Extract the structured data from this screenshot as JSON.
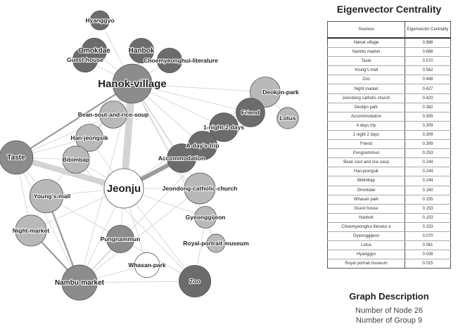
{
  "panel": {
    "title": "Eigenvector Centrality",
    "table_headers": {
      "source": "Sourece",
      "centrality": "Eigenvector Centrality"
    },
    "rows": [
      {
        "source": "Hanok village",
        "value": "0.988"
      },
      {
        "source": "Nambu market",
        "value": "0.688"
      },
      {
        "source": "Taste",
        "value": "0.570"
      },
      {
        "source": "Young's mall",
        "value": "0.562"
      },
      {
        "source": "Zoo",
        "value": "0.468"
      },
      {
        "source": "Night market",
        "value": "0.427"
      },
      {
        "source": "Jeondong catholic church",
        "value": "0.420"
      },
      {
        "source": "Deokjin park",
        "value": "0.382"
      },
      {
        "source": "Accommodation",
        "value": "0.309"
      },
      {
        "source": "A days trip",
        "value": "0.309"
      },
      {
        "source": "1 night 2 days",
        "value": "0.309"
      },
      {
        "source": "Friend",
        "value": "0.309"
      },
      {
        "source": "Pungnammun",
        "value": "0.253"
      },
      {
        "source": "Bean sout and rice soup",
        "value": "0.244"
      },
      {
        "source": "Han-jeongsik",
        "value": "0.244"
      },
      {
        "source": "Bibimbap",
        "value": "0.244"
      },
      {
        "source": "Omokdae",
        "value": "0.160"
      },
      {
        "source": "Whasan park",
        "value": "0.155"
      },
      {
        "source": "Guest house",
        "value": "0.153"
      },
      {
        "source": "Hanbok",
        "value": "0.153"
      },
      {
        "source": "Choemyeonghui literatur e",
        "value": "0.153"
      },
      {
        "source": "Gyeonggijeon",
        "value": "0.070"
      },
      {
        "source": "Lotus",
        "value": "0.061"
      },
      {
        "source": "Hyanggyo",
        "value": "0.026"
      },
      {
        "source": "Royal portrait museum",
        "value": "0.015"
      }
    ],
    "graph_description": {
      "title": "Graph Description",
      "nodes_line": "Number of Node 26",
      "groups_line": "Number of Group 9"
    }
  },
  "network": {
    "nodes": [
      {
        "id": "hanok",
        "label": "Hanok-village",
        "label_size": "large",
        "shade": "mid",
        "value": 0.988
      },
      {
        "id": "jeonju",
        "label": "Jeonju",
        "label_size": "large",
        "shade": "white",
        "value": 1.0
      },
      {
        "id": "hyanggyo",
        "label": "Hyanggyo",
        "label_size": "small",
        "shade": "dark",
        "value": 0.026
      },
      {
        "id": "omokdae",
        "label": "Omokdae",
        "label_size": "medium",
        "shade": "dark",
        "value": 0.16
      },
      {
        "id": "hanbok",
        "label": "Hanbok",
        "label_size": "medium",
        "shade": "dark",
        "value": 0.153
      },
      {
        "id": "guesthouse",
        "label": "Guest-house",
        "label_size": "small",
        "shade": "dark",
        "value": 0.153
      },
      {
        "id": "choem",
        "label": "Choemyeonghui-literature",
        "label_size": "small",
        "shade": "dark",
        "value": 0.153
      },
      {
        "id": "deokjin",
        "label": "Deokjin-park",
        "label_size": "small",
        "shade": "light",
        "value": 0.382
      },
      {
        "id": "friend",
        "label": "Friend",
        "label_size": "small",
        "shade": "dark",
        "value": 0.309
      },
      {
        "id": "lotus",
        "label": "Lotus",
        "label_size": "small",
        "shade": "light",
        "value": 0.061
      },
      {
        "id": "onenight",
        "label": "1-night-2-days",
        "label_size": "small",
        "shade": "dark",
        "value": 0.309
      },
      {
        "id": "adays",
        "label": "A-day's-trip",
        "label_size": "small",
        "shade": "dark",
        "value": 0.309
      },
      {
        "id": "accom",
        "label": "Accommodation",
        "label_size": "small",
        "shade": "dark",
        "value": 0.309
      },
      {
        "id": "bean",
        "label": "Bean-sout-and-rice-soup",
        "label_size": "small",
        "shade": "light",
        "value": 0.244
      },
      {
        "id": "hanjeong",
        "label": "Han-jeongsik",
        "label_size": "small",
        "shade": "light",
        "value": 0.244
      },
      {
        "id": "bibim",
        "label": "Bibimbap",
        "label_size": "small",
        "shade": "light",
        "value": 0.244
      },
      {
        "id": "taste",
        "label": "Taste",
        "label_size": "medium",
        "shade": "mid",
        "value": 0.57
      },
      {
        "id": "youngs",
        "label": "Young's-mall",
        "label_size": "small",
        "shade": "light",
        "value": 0.562
      },
      {
        "id": "jeondong",
        "label": "Jeondong-catholic-church",
        "label_size": "small",
        "shade": "light",
        "value": 0.42
      },
      {
        "id": "gyeong",
        "label": "Gyeonggijeon",
        "label_size": "small",
        "shade": "light",
        "value": 0.07
      },
      {
        "id": "royal",
        "label": "Royal-portrait-museum",
        "label_size": "small",
        "shade": "light",
        "value": 0.015
      },
      {
        "id": "night",
        "label": "Night-market",
        "label_size": "small",
        "shade": "light",
        "value": 0.427
      },
      {
        "id": "pung",
        "label": "Pungnammun",
        "label_size": "small",
        "shade": "mid",
        "value": 0.253
      },
      {
        "id": "whasan",
        "label": "Whasan-park",
        "label_size": "small",
        "shade": "white",
        "value": 0.155
      },
      {
        "id": "zoo",
        "label": "Zoo",
        "label_size": "small",
        "shade": "dark",
        "value": 0.468
      },
      {
        "id": "nambu",
        "label": "Nambu-market",
        "label_size": "medium",
        "shade": "mid",
        "value": 0.688
      }
    ],
    "edges": [
      {
        "source": "jeonju",
        "target": "hanok",
        "weight": 5
      },
      {
        "source": "jeonju",
        "target": "taste",
        "weight": 4
      },
      {
        "source": "jeonju",
        "target": "accom",
        "weight": 3
      },
      {
        "source": "taste",
        "target": "hanok",
        "weight": 2
      },
      {
        "source": "nambu",
        "target": "youngs",
        "weight": 2
      },
      {
        "source": "night",
        "target": "nambu",
        "weight": 2
      },
      {
        "source": "hanok",
        "target": "hyanggyo",
        "weight": 1
      },
      {
        "source": "hanok",
        "target": "omokdae",
        "weight": 1
      },
      {
        "source": "hanok",
        "target": "hanbok",
        "weight": 1
      },
      {
        "source": "hanok",
        "target": "guesthouse",
        "weight": 1
      },
      {
        "source": "hanok",
        "target": "choem",
        "weight": 1
      },
      {
        "source": "hanok",
        "target": "deokjin",
        "weight": 1
      },
      {
        "source": "hanok",
        "target": "friend",
        "weight": 1
      },
      {
        "source": "hanok",
        "target": "onenight",
        "weight": 1
      },
      {
        "source": "hanok",
        "target": "adays",
        "weight": 1
      },
      {
        "source": "hanok",
        "target": "accom",
        "weight": 1
      },
      {
        "source": "hanok",
        "target": "bean",
        "weight": 1
      },
      {
        "source": "hanok",
        "target": "hanjeong",
        "weight": 1
      },
      {
        "source": "hanok",
        "target": "bibim",
        "weight": 1
      },
      {
        "source": "hanok",
        "target": "jeondong",
        "weight": 1
      },
      {
        "source": "hanok",
        "target": "gyeong",
        "weight": 1
      },
      {
        "source": "hanok",
        "target": "royal",
        "weight": 1
      },
      {
        "source": "hanok",
        "target": "nambu",
        "weight": 1
      },
      {
        "source": "hanok",
        "target": "youngs",
        "weight": 1
      },
      {
        "source": "jeonju",
        "target": "bibim",
        "weight": 1
      },
      {
        "source": "jeonju",
        "target": "youngs",
        "weight": 1
      },
      {
        "source": "jeonju",
        "target": "jeondong",
        "weight": 1
      },
      {
        "source": "jeonju",
        "target": "pung",
        "weight": 1
      },
      {
        "source": "jeonju",
        "target": "whasan",
        "weight": 1
      },
      {
        "source": "jeonju",
        "target": "zoo",
        "weight": 1
      },
      {
        "source": "jeonju",
        "target": "nambu",
        "weight": 1
      },
      {
        "source": "jeonju",
        "target": "night",
        "weight": 1
      },
      {
        "source": "jeonju",
        "target": "gyeong",
        "weight": 1
      },
      {
        "source": "jeonju",
        "target": "hanjeong",
        "weight": 1
      },
      {
        "source": "jeonju",
        "target": "deokjin",
        "weight": 1
      },
      {
        "source": "taste",
        "target": "bibim",
        "weight": 1
      },
      {
        "source": "taste",
        "target": "hanjeong",
        "weight": 1
      },
      {
        "source": "taste",
        "target": "bean",
        "weight": 1
      },
      {
        "source": "taste",
        "target": "youngs",
        "weight": 1
      },
      {
        "source": "taste",
        "target": "nambu",
        "weight": 1
      },
      {
        "source": "taste",
        "target": "night",
        "weight": 1
      },
      {
        "source": "youngs",
        "target": "night",
        "weight": 1
      },
      {
        "source": "youngs",
        "target": "zoo",
        "weight": 1
      },
      {
        "source": "nambu",
        "target": "zoo",
        "weight": 1
      },
      {
        "source": "nambu",
        "target": "pung",
        "weight": 1
      },
      {
        "source": "nambu",
        "target": "jeondong",
        "weight": 1
      },
      {
        "source": "nambu",
        "target": "deokjin",
        "weight": 1
      },
      {
        "source": "deokjin",
        "target": "friend",
        "weight": 1
      },
      {
        "source": "deokjin",
        "target": "lotus",
        "weight": 1
      },
      {
        "source": "deokjin",
        "target": "accom",
        "weight": 1
      },
      {
        "source": "friend",
        "target": "onenight",
        "weight": 1
      },
      {
        "source": "onenight",
        "target": "adays",
        "weight": 1
      },
      {
        "source": "adays",
        "target": "accom",
        "weight": 1
      },
      {
        "source": "zoo",
        "target": "bibim",
        "weight": 1
      },
      {
        "source": "zoo",
        "target": "gyeong",
        "weight": 1
      },
      {
        "source": "whasan",
        "target": "nambu",
        "weight": 1
      },
      {
        "source": "royal",
        "target": "gyeong",
        "weight": 1
      }
    ]
  }
}
